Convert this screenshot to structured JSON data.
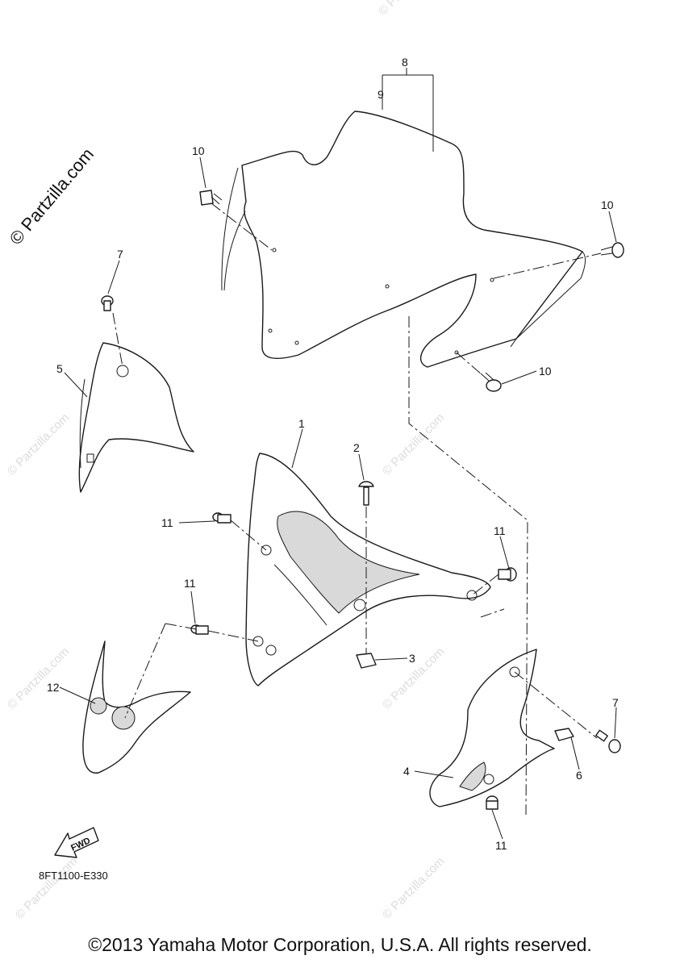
{
  "watermark": {
    "main": "© Partzilla.com",
    "repeat": "© Partzilla.com"
  },
  "callouts": {
    "c1": "1",
    "c2": "2",
    "c3": "3",
    "c4": "4",
    "c5": "5",
    "c6": "6",
    "c7a": "7",
    "c7b": "7",
    "c8": "8",
    "c9": "9",
    "c10a": "10",
    "c10b": "10",
    "c10c": "10",
    "c11a": "11",
    "c11b": "11",
    "c11c": "11",
    "c11d": "11",
    "c12": "12"
  },
  "fwd_label": "FWD",
  "diagram_code": "8FT1100-E330",
  "copyright": "©2013 Yamaha Motor Corporation, U.S.A. All rights reserved."
}
